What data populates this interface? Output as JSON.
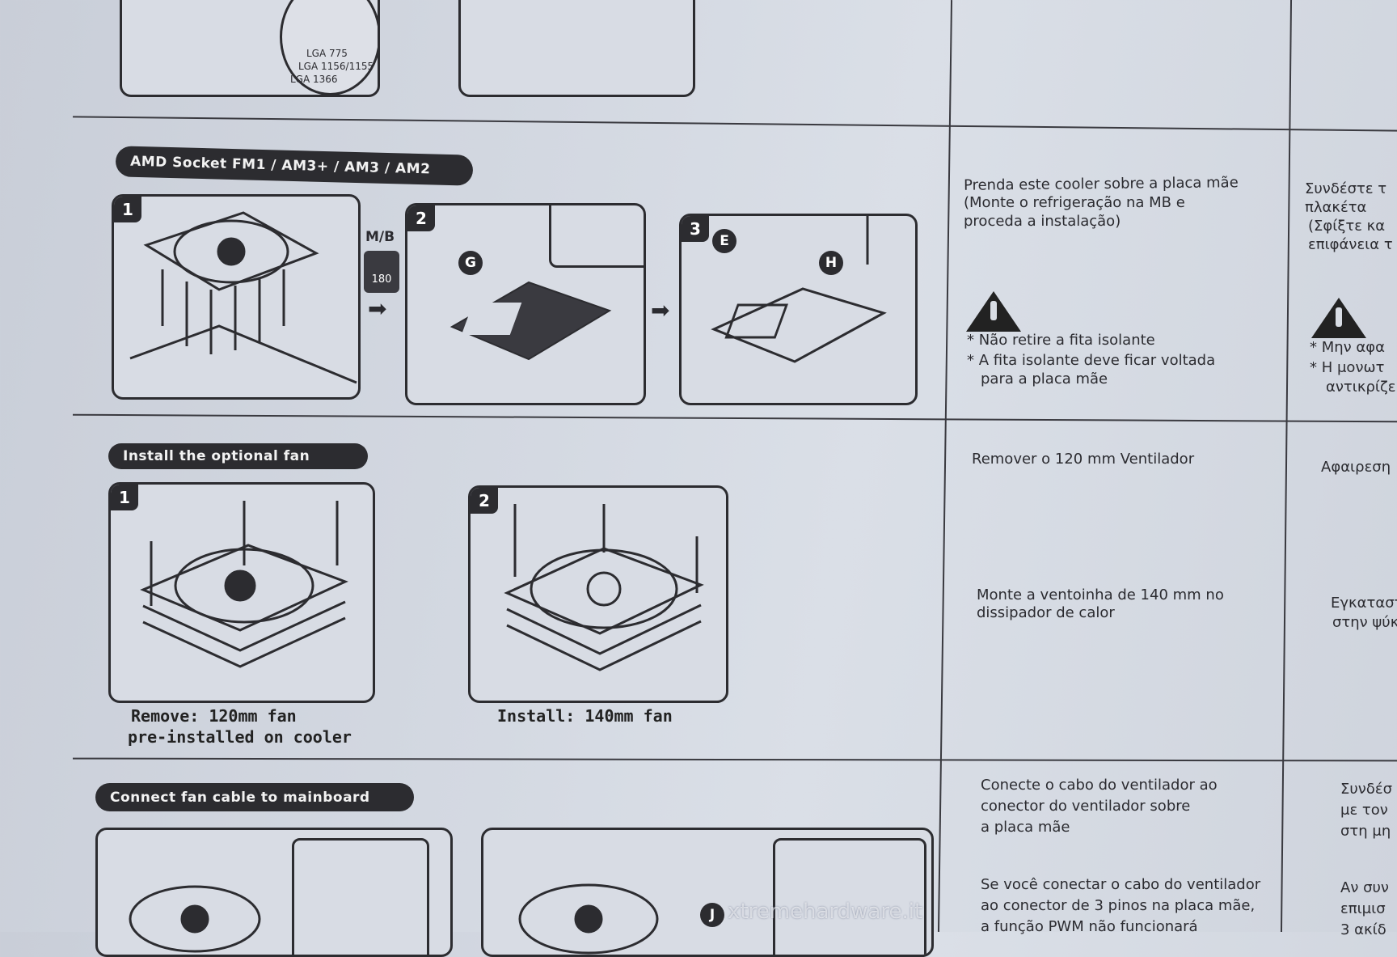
{
  "top_section": {
    "socket_labels": [
      "LGA 775",
      "LGA 1156/1155",
      "LGA 1366"
    ]
  },
  "amd_section": {
    "title": "AMD Socket FM1 / AM3+ / AM3 / AM2",
    "steps": [
      "1",
      "2",
      "3"
    ],
    "mb_label": "M/B",
    "rotate_label": "180",
    "part_letters": [
      "G",
      "E",
      "H"
    ],
    "pt_text": [
      "Prenda este cooler sobre a placa mãe",
      "(Monte o refrigeração na MB e",
      "proceda a instalação)"
    ],
    "pt_warnings": [
      "* Não retire a fita isolante",
      "* A fita isolante deve ficar voltada",
      "para a placa mãe"
    ],
    "gr_text": [
      "Συνδέστε τ",
      "πλακέτα",
      "(Σφίξτε κα",
      "επιφάνεια τ"
    ],
    "gr_warnings": [
      "* Μην αφα",
      "* Η μονωτ",
      "αντικρίζε"
    ]
  },
  "fan_section": {
    "title": "Install the optional fan",
    "steps": [
      "1",
      "2"
    ],
    "caption_remove": [
      "Remove: 120mm fan",
      "pre-installed on cooler"
    ],
    "caption_install": "Install: 140mm fan",
    "pt_remove": "Remover o 120 mm Ventilador",
    "pt_install": [
      "Monte a ventoinha de 140 mm no",
      "dissipador de calor"
    ],
    "gr_remove": "Αφαιρεση",
    "gr_install": [
      "Εγκαταστ",
      "στην ψύκ"
    ]
  },
  "cable_section": {
    "title": "Connect fan cable to mainboard",
    "part_letter": "J",
    "pt_text": [
      "Conecte o cabo do ventilador ao",
      "conector do ventilador sobre",
      "a placa mãe"
    ],
    "pt_text2": [
      "Se você conectar o cabo do ventilador",
      "ao conector de 3 pinos na placa mãe,",
      "a função PWM não funcionará"
    ],
    "gr_text": [
      "Συνδέσ",
      "με τον",
      "στη μη"
    ],
    "gr_text2": [
      "Αν συν",
      "επιμισ",
      "3 ακίδ"
    ]
  },
  "watermark": "xtremehardware.it"
}
